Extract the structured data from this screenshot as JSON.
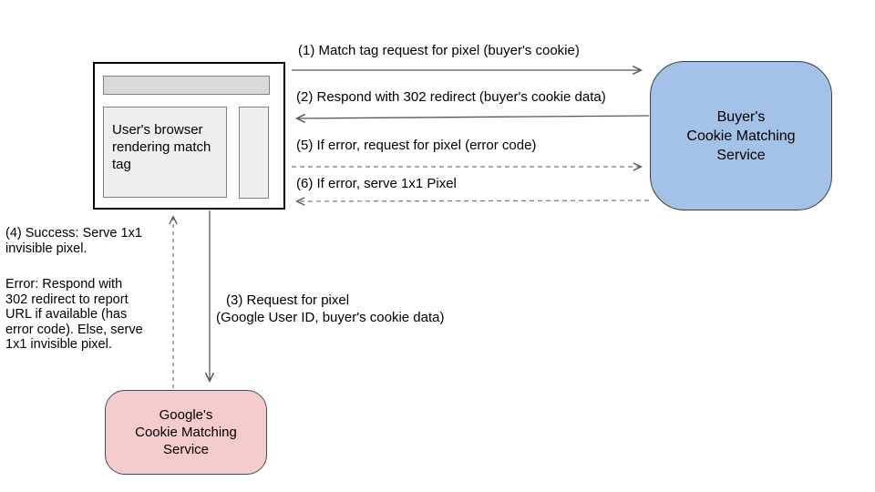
{
  "browser": {
    "label": "User's browser rendering match tag"
  },
  "buyer_service": {
    "lines": [
      "Buyer's",
      "Cookie Matching",
      "Service"
    ],
    "fill": "#a4c2e8"
  },
  "google_service": {
    "lines": [
      "Google's",
      "Cookie Matching",
      "Service"
    ],
    "fill": "#f4cccc"
  },
  "arrows": {
    "step1": {
      "label": "(1)  Match tag request for pixel (buyer's cookie)",
      "direction": "right",
      "line_style": "solid"
    },
    "step2": {
      "label": "(2)  Respond with 302 redirect (buyer's cookie data)",
      "direction": "left",
      "line_style": "solid"
    },
    "step5": {
      "label": "(5) If error, request for pixel (error code)",
      "direction": "right",
      "line_style": "dashed"
    },
    "step6": {
      "label": "(6) If error, serve 1x1 Pixel",
      "direction": "left",
      "line_style": "dashed"
    },
    "step3": {
      "lines": [
        "(3)  Request for pixel",
        "(Google User ID, buyer's cookie data)"
      ],
      "direction": "down",
      "line_style": "solid"
    },
    "step4": {
      "success_lines": [
        "(4) Success: Serve 1x1",
        "invisible pixel."
      ],
      "error_lines": [
        "Error: Respond with",
        "302 redirect to report",
        "URL if available (has",
        "error code). Else, serve",
        "1x1 invisible pixel."
      ],
      "direction": "up",
      "line_style": "dashed"
    }
  },
  "colors": {
    "arrow_solid": "#595959",
    "arrow_dashed": "#757575",
    "browser_chrome": "#d9d9d9",
    "panel_fill": "#efefef",
    "buyer_fill": "#a4c2e8",
    "google_fill": "#f4cccc"
  }
}
